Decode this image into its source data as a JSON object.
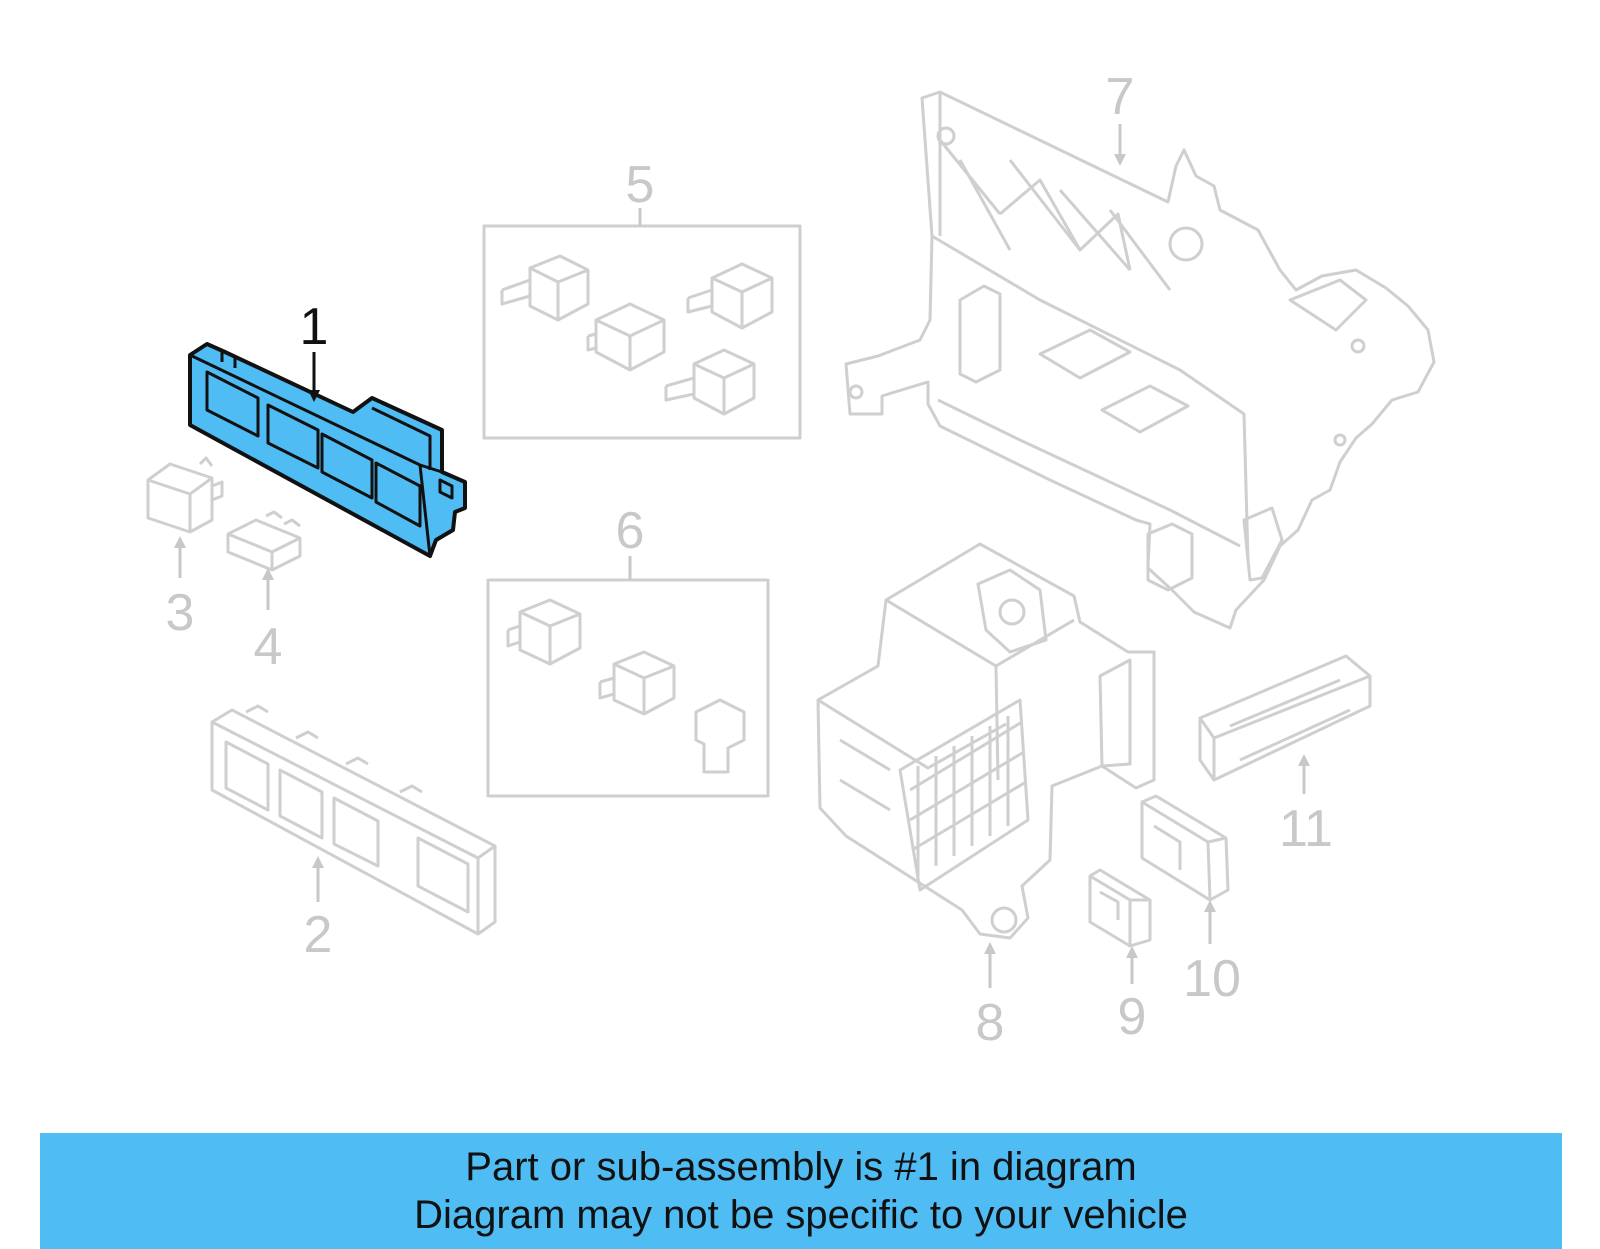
{
  "callouts": [
    {
      "id": "1",
      "label": "1",
      "highlighted": true
    },
    {
      "id": "2",
      "label": "2",
      "highlighted": false
    },
    {
      "id": "3",
      "label": "3",
      "highlighted": false
    },
    {
      "id": "4",
      "label": "4",
      "highlighted": false
    },
    {
      "id": "5",
      "label": "5",
      "highlighted": false
    },
    {
      "id": "6",
      "label": "6",
      "highlighted": false
    },
    {
      "id": "7",
      "label": "7",
      "highlighted": false
    },
    {
      "id": "8",
      "label": "8",
      "highlighted": false
    },
    {
      "id": "9",
      "label": "9",
      "highlighted": false
    },
    {
      "id": "10",
      "label": "10",
      "highlighted": false
    },
    {
      "id": "11",
      "label": "11",
      "highlighted": false
    }
  ],
  "banner": {
    "line1": "Part or sub-assembly is #1 in diagram",
    "line2": "Diagram may not be specific to your vehicle"
  },
  "colors": {
    "highlight": "#4fbcf3",
    "banner_background": "#4fbcf3",
    "ghost_stroke": "#cfcfcf",
    "label_inactive": "#c8c8c8",
    "label_active": "#111111"
  }
}
